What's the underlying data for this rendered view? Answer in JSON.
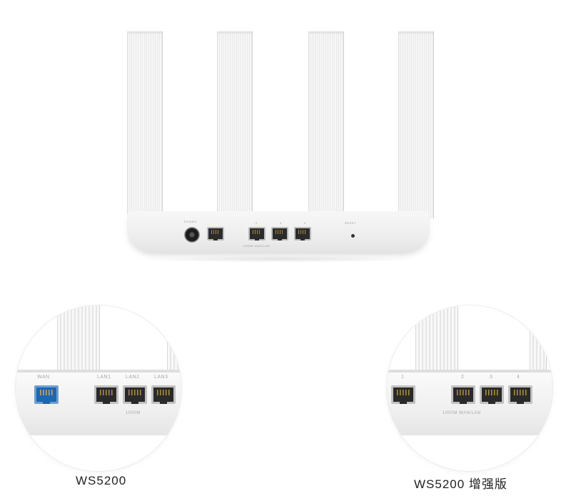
{
  "router": {
    "port_labels": {
      "power": "POWER",
      "reset": "RESET",
      "lan_numbers": [
        "2",
        "3",
        "4"
      ],
      "bottom_label": "1000M  WAN/LAN"
    }
  },
  "zoom_left": {
    "labels": [
      "WAN",
      "LAN1",
      "LAN2",
      "LAN3"
    ],
    "sub_label": "1000M",
    "wan_port_color": "#1d66b3"
  },
  "zoom_right": {
    "labels": [
      "1",
      "2",
      "3",
      "4"
    ],
    "sub_label": "1000M  WAN/LAN"
  },
  "captions": {
    "left": "WS5200",
    "right": "WS5200 增强版"
  }
}
